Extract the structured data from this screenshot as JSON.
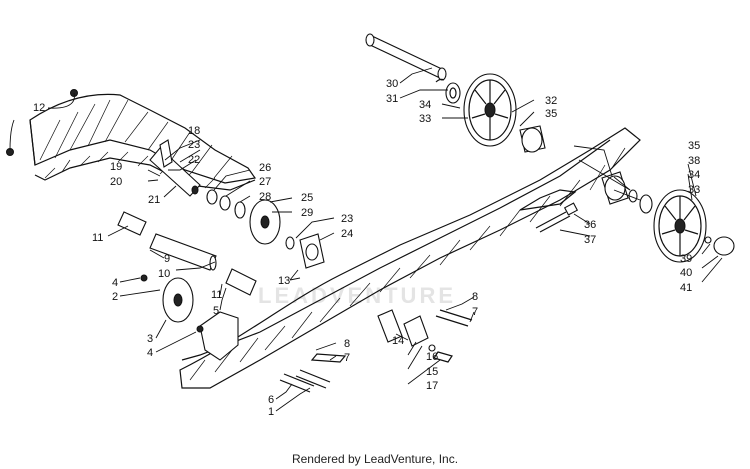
{
  "footer": {
    "text": "Rendered by LeadVenture, Inc."
  },
  "watermark": {
    "text": "LEADVENTURE"
  },
  "callouts": {
    "c1": "1",
    "c2": "2",
    "c3": "3",
    "c4": "4",
    "c4b": "4",
    "c5": "5",
    "c6": "6",
    "c7": "7",
    "c7b": "7",
    "c8": "8",
    "c8b": "8",
    "c9": "9",
    "c10": "10",
    "c11": "11",
    "c11b": "11",
    "c12": "12",
    "c13": "13",
    "c14": "14",
    "c15": "15",
    "c16": "16",
    "c17": "17",
    "c18": "18",
    "c19": "19",
    "c20": "20",
    "c21": "21",
    "c22": "22",
    "c23": "23",
    "c23b": "23",
    "c24": "24",
    "c25": "25",
    "c26": "26",
    "c27": "27",
    "c28": "28",
    "c29": "29",
    "c30": "30",
    "c31": "31",
    "c32": "32",
    "c33": "33",
    "c33b": "33",
    "c34": "34",
    "c34b": "34",
    "c35": "35",
    "c35b": "35",
    "c36": "36",
    "c37": "37",
    "c38": "38",
    "c39": "39",
    "c40": "40",
    "c41": "41"
  }
}
